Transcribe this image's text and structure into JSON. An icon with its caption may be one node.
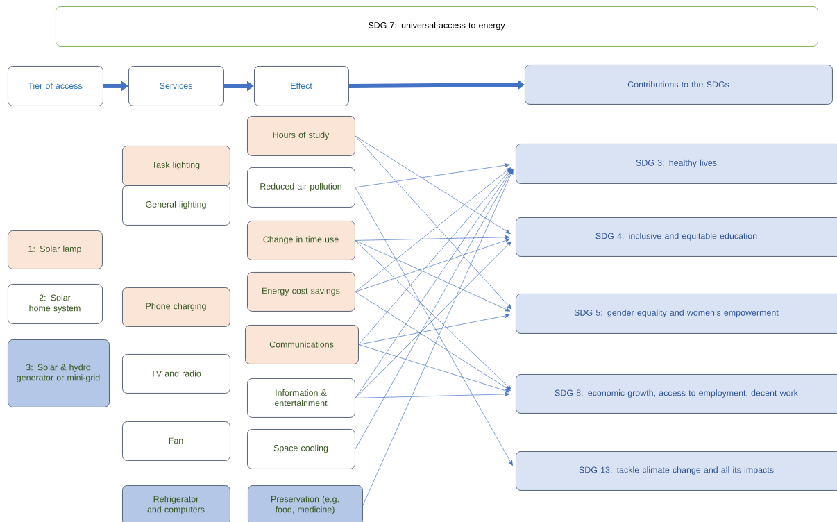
{
  "diagram": {
    "nodes": [
      {
        "text": [
          "SDG 7: universal access to energy"
        ]
      },
      {
        "text": [
          "Tier of access"
        ]
      },
      {
        "text": [
          "Services"
        ]
      },
      {
        "text": [
          "Effect"
        ]
      },
      {
        "text": [
          "Contributions to the SDGs"
        ]
      },
      {
        "text": [
          "1: Solar lamp"
        ]
      },
      {
        "text": [
          "2: Solar home system"
        ]
      },
      {
        "text": [
          "3: Solar & hydro generator or mini-grid"
        ]
      },
      {
        "text": [
          "Task lighting"
        ]
      },
      {
        "text": [
          "General lighting"
        ]
      },
      {
        "text": [
          "Phone charging"
        ]
      },
      {
        "text": [
          "TV and radio"
        ]
      },
      {
        "text": [
          "Fan"
        ]
      },
      {
        "text": [
          "Refrigerator and computers"
        ]
      },
      {
        "text": [
          "Hours of study"
        ]
      },
      {
        "text": [
          "Reduced air pollution"
        ]
      },
      {
        "text": [
          "Change in time use"
        ]
      },
      {
        "text": [
          "Energy cost savings"
        ]
      },
      {
        "text": [
          "Communications"
        ]
      },
      {
        "text": [
          "Information & entertainment"
        ]
      },
      {
        "text": [
          "Space cooling"
        ]
      },
      {
        "text": [
          "Preservation (e.g. food, medicine)"
        ]
      },
      {
        "text": [
          "SDG 3: healthy lives"
        ]
      },
      {
        "text": [
          "SDG 4: inclusive and equitable education"
        ]
      },
      {
        "text": [
          "SDG 5: gender equality and women’s empowerment"
        ]
      },
      {
        "text": [
          "SDG 8: economic growth, access to employment, decent work"
        ]
      },
      {
        "text": [
          "SDG 13: tackle climate change and all its impacts"
        ]
      }
    ],
    "edges": [
      {
        "from": 1,
        "to": 2,
        "arrow": "to",
        "style": "thick"
      },
      {
        "from": 2,
        "to": 3,
        "arrow": "to",
        "style": "thick"
      },
      {
        "from": 3,
        "to": 4,
        "arrow": "to",
        "style": "thick"
      },
      {
        "from": 14,
        "to": 23,
        "arrow": "to"
      },
      {
        "from": 14,
        "to": 24,
        "arrow": "to"
      },
      {
        "from": 15,
        "to": 22,
        "arrow": "to"
      },
      {
        "from": 15,
        "to": 26,
        "arrow": "to"
      },
      {
        "from": 16,
        "to": 23,
        "arrow": "to"
      },
      {
        "from": 16,
        "to": 24,
        "arrow": "to"
      },
      {
        "from": 16,
        "to": 25,
        "arrow": "to"
      },
      {
        "from": 17,
        "to": 22,
        "arrow": "to"
      },
      {
        "from": 17,
        "to": 23,
        "arrow": "to"
      },
      {
        "from": 17,
        "to": 25,
        "arrow": "to"
      },
      {
        "from": 18,
        "to": 22,
        "arrow": "to"
      },
      {
        "from": 18,
        "to": 24,
        "arrow": "to"
      },
      {
        "from": 18,
        "to": 25,
        "arrow": "to"
      },
      {
        "from": 19,
        "to": 22,
        "arrow": "to"
      },
      {
        "from": 19,
        "to": 23,
        "arrow": "to"
      },
      {
        "from": 19,
        "to": 25,
        "arrow": "to"
      },
      {
        "from": 20,
        "to": 22,
        "arrow": "to"
      },
      {
        "from": 21,
        "to": 22,
        "arrow": "to"
      }
    ]
  }
}
